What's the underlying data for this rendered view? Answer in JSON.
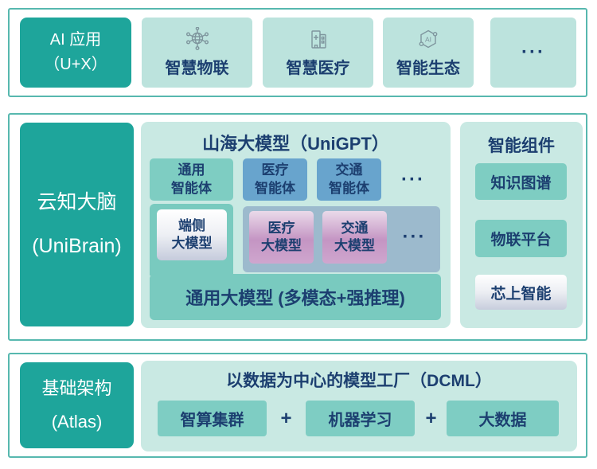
{
  "palette": {
    "teal_dark": "#1EA59B",
    "teal_medium": "#7ECDC2",
    "teal_container": "#C9E9E3",
    "teal_item": "#BCE3DD",
    "steel_blue": "#68A4CD",
    "blue_gray": "#9CBACD",
    "navy_text": "#1C3F70",
    "border_teal": "#57B8AF"
  },
  "apps": {
    "pill": {
      "line1": "AI 应用",
      "line2": "（U+X）"
    },
    "items": [
      {
        "label": "智慧物联",
        "icon": "iot-network-icon"
      },
      {
        "label": "智慧医疗",
        "icon": "hospital-icon"
      },
      {
        "label": "智能生态",
        "icon": "ai-hexagon-icon"
      }
    ],
    "ellipsis": "···"
  },
  "brain": {
    "pill": {
      "line1": "云知大脑",
      "line2": "(UniBrain)"
    },
    "unigpt": {
      "title": "山海大模型（UniGPT）",
      "agents": [
        {
          "line1": "通用",
          "line2": "智能体"
        },
        {
          "line1": "医疗",
          "line2": "智能体"
        },
        {
          "line1": "交通",
          "line2": "智能体"
        }
      ],
      "agents_ellipsis": "···",
      "edge_model": {
        "line1": "端侧",
        "line2": "大模型"
      },
      "domain_models": [
        {
          "line1": "医疗",
          "line2": "大模型"
        },
        {
          "line1": "交通",
          "line2": "大模型"
        }
      ],
      "models_ellipsis": "···",
      "foundation": "通用大模型 (多模态+强推理)"
    },
    "components": {
      "title": "智能组件",
      "items": [
        "知识图谱",
        "物联平台",
        "芯上智能"
      ]
    }
  },
  "infra": {
    "pill": {
      "line1": "基础架构",
      "line2": "(Atlas)"
    },
    "dcml": {
      "title": "以数据为中心的模型工厂（DCML）",
      "items": [
        "智算集群",
        "机器学习",
        "大数据"
      ],
      "plus": "+"
    }
  }
}
